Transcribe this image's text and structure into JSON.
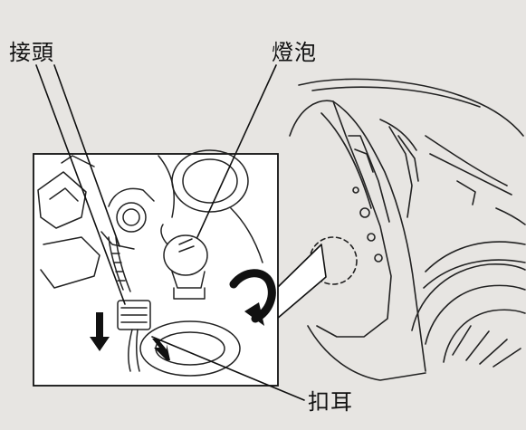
{
  "labels": {
    "connector": "接頭",
    "bulb": "燈泡",
    "tab": "扣耳"
  },
  "colors": {
    "background": "#e7e5e2",
    "inset_background": "#ffffff",
    "line": "#111111"
  }
}
